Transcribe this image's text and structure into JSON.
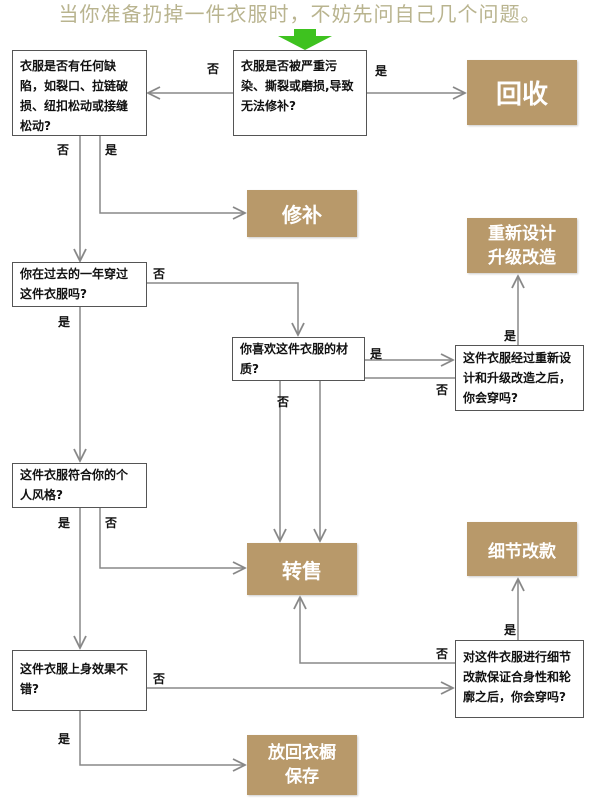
{
  "title": "当你准备扔掉一件衣服时，不妨先问自己几个问题。",
  "questions": {
    "q_defect": "衣服是否有任何缺陷，如裂口、拉链破损、纽扣松动或接缝松动?",
    "q_damage": "衣服是否被严重污染、撕裂或磨损,导致无法修补?",
    "q_worn": "你在过去的一年穿过这件衣服吗?",
    "q_material": "你喜欢这件衣服的材质?",
    "q_redesign": "这件衣服经过重新设计和升级改造之后，你会穿吗?",
    "q_style": "这件衣服符合你的个人风格?",
    "q_detail": "对这件衣服进行细节改款保证合身性和轮廓之后，你会穿吗?",
    "q_fit": "这件衣服上身效果不错?"
  },
  "actions": {
    "recycle": "回收",
    "repair": "修补",
    "redesign": "重新设计 升级改造",
    "resell": "转售",
    "detail": "细节改款",
    "keep": "放回衣橱 保存"
  },
  "labels": {
    "yes": "是",
    "no": "否"
  },
  "colors": {
    "action_fill": "#b8996a",
    "start_arrow": "#3ec21f",
    "line": "#888888"
  }
}
